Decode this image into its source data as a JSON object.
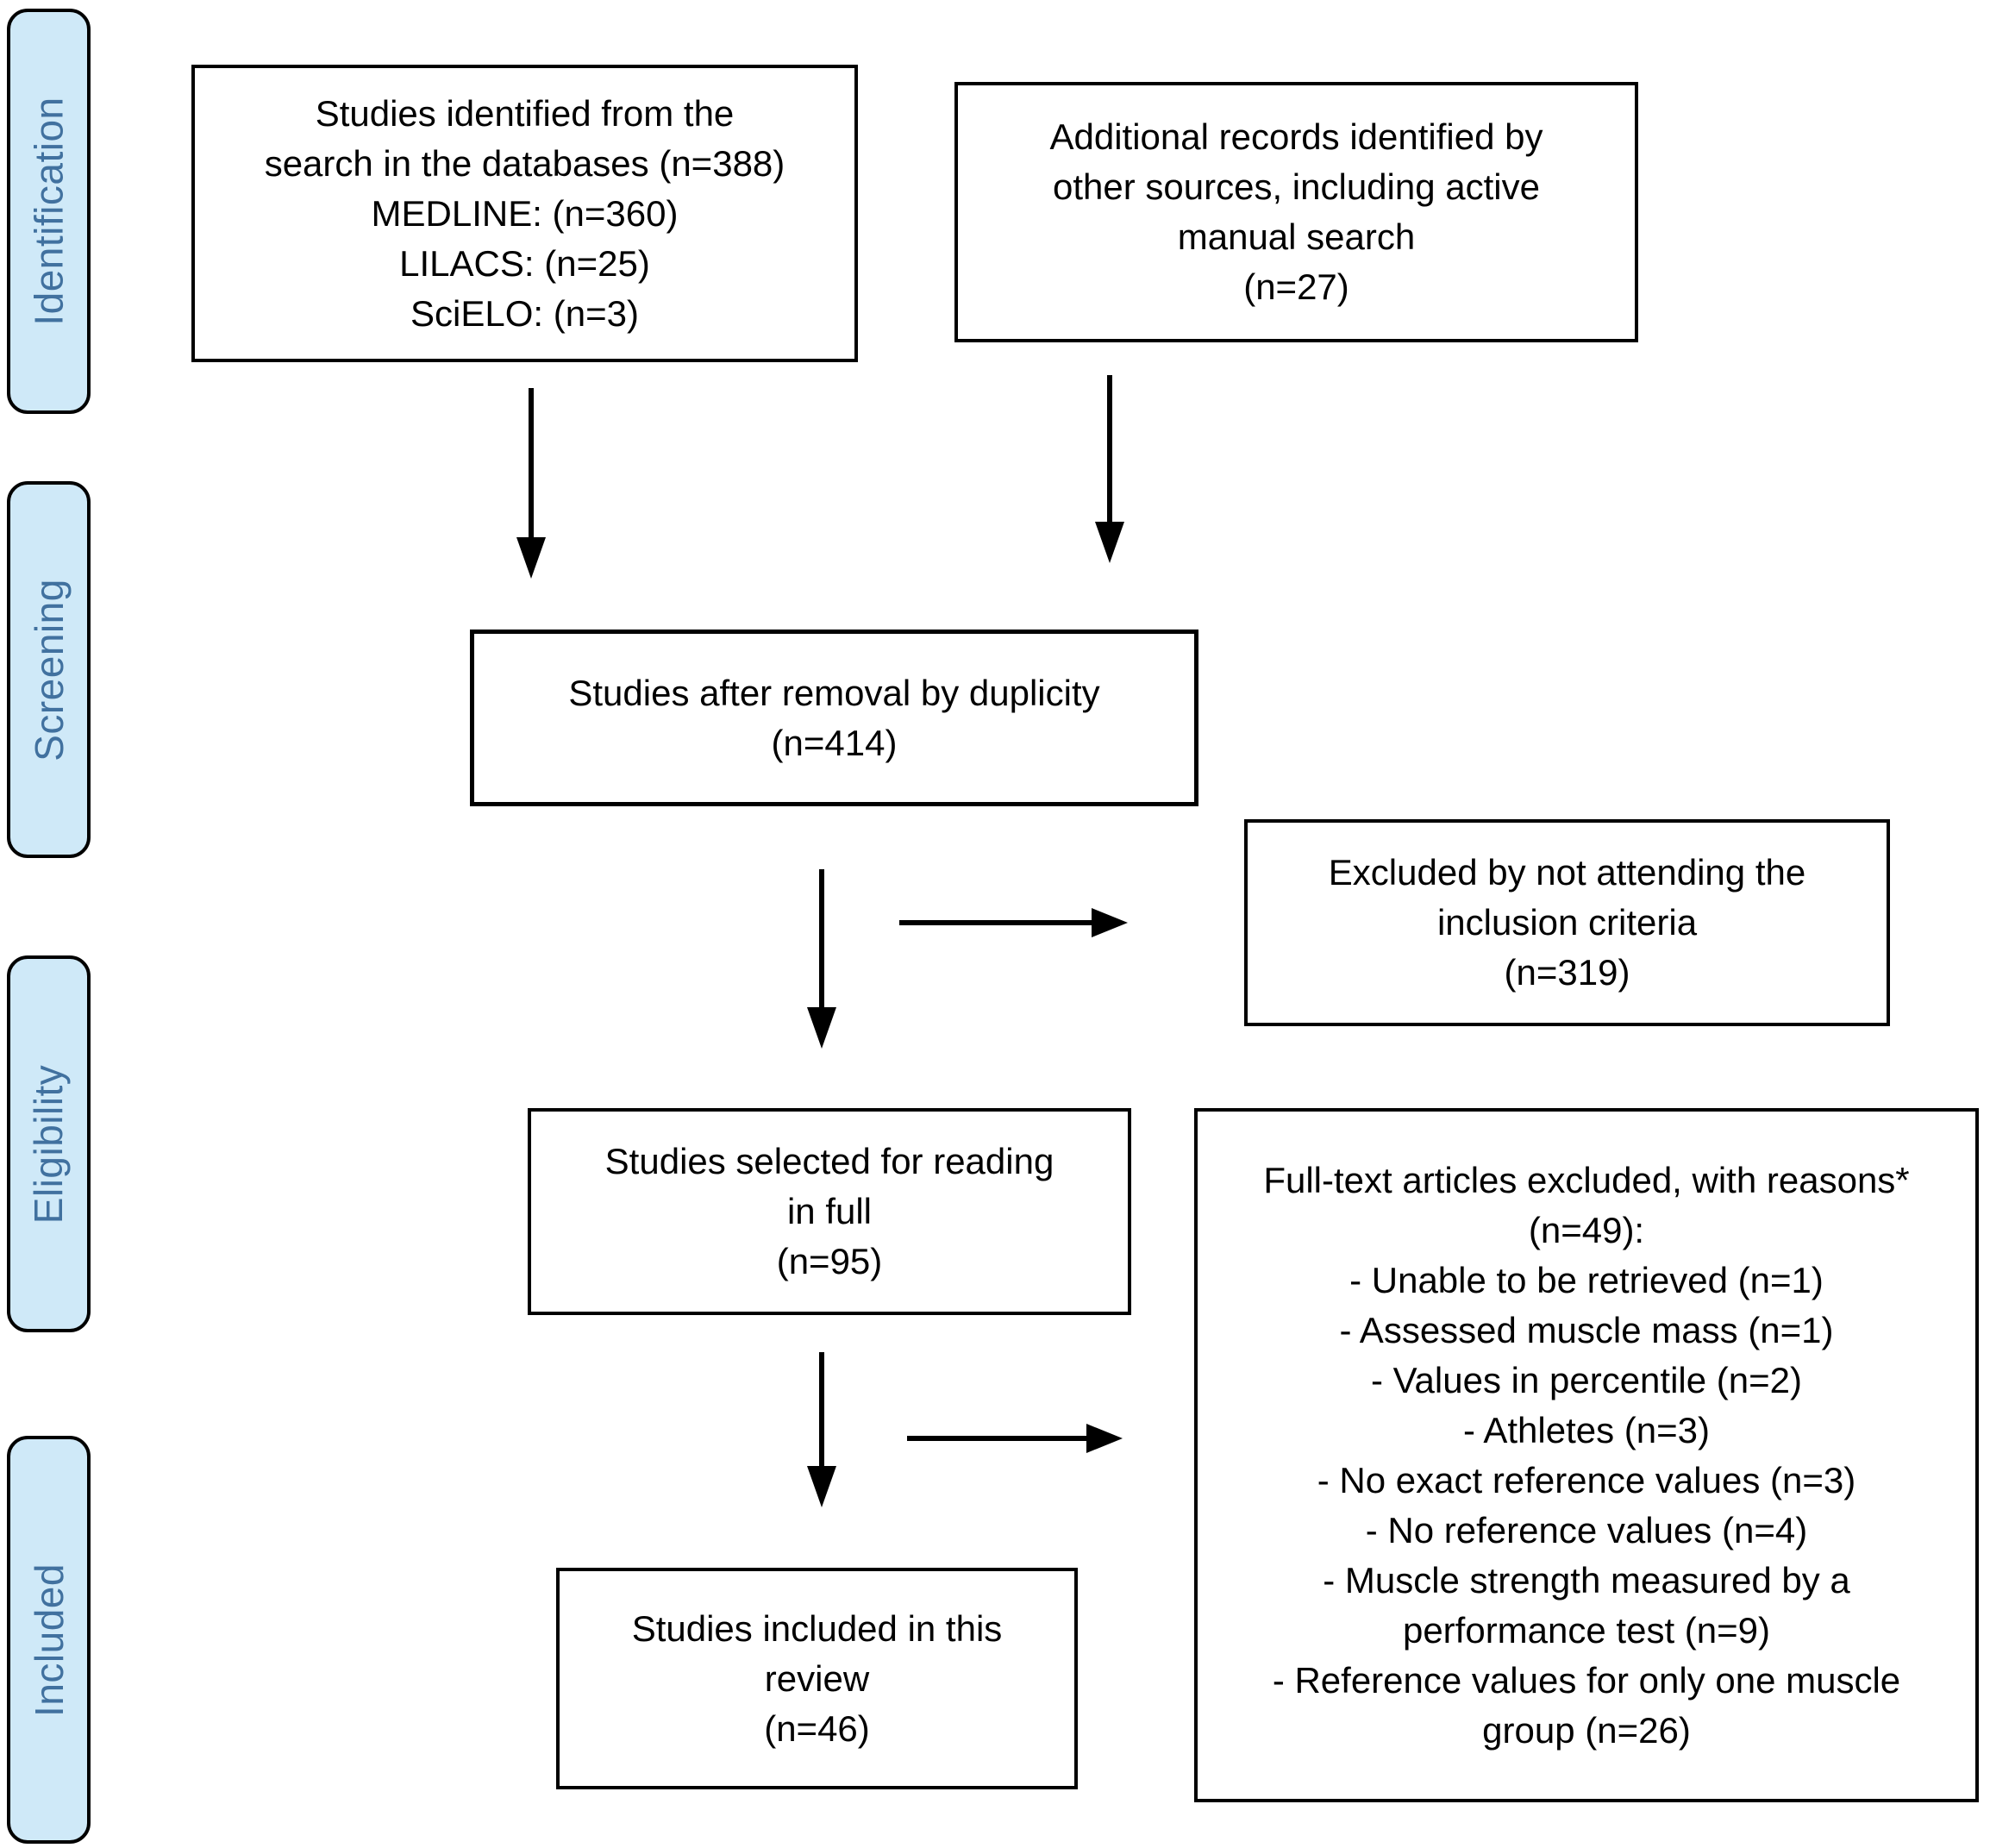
{
  "diagram": {
    "stages": [
      {
        "label": "Identification"
      },
      {
        "label": "Screening"
      },
      {
        "label": "Eligibility"
      },
      {
        "label": "Included"
      }
    ],
    "boxes": {
      "identified": {
        "text": "Studies identified from the\nsearch in the databases (n=388)\nMEDLINE: (n=360)\nLILACS: (n=25)\nSciELO: (n=3)"
      },
      "additional": {
        "text": "Additional records identified by\nother sources, including active\nmanual search\n(n=27)"
      },
      "deduplicated": {
        "text": "Studies after removal by duplicity\n(n=414)"
      },
      "excluded_screening": {
        "text": "Excluded by not attending the\ninclusion criteria\n(n=319)"
      },
      "fulltext": {
        "text": "Studies selected for reading\nin full\n(n=95)"
      },
      "excluded_fulltext": {
        "text": "Full-text articles excluded, with reasons*\n(n=49):\n- Unable to be retrieved (n=1)\n- Assessed muscle mass (n=1)\n- Values in percentile (n=2)\n- Athletes (n=3)\n- No exact reference values (n=3)\n- No reference values (n=4)\n- Muscle strength measured by a\nperformance test (n=9)\n- Reference values for only one muscle\ngroup (n=26)"
      },
      "included": {
        "text": "Studies included in this\nreview\n(n=46)"
      }
    },
    "colors": {
      "stage_fill": "#cfe9f8",
      "stage_text": "#41719f",
      "box_border": "#000000",
      "background": "#ffffff"
    }
  }
}
